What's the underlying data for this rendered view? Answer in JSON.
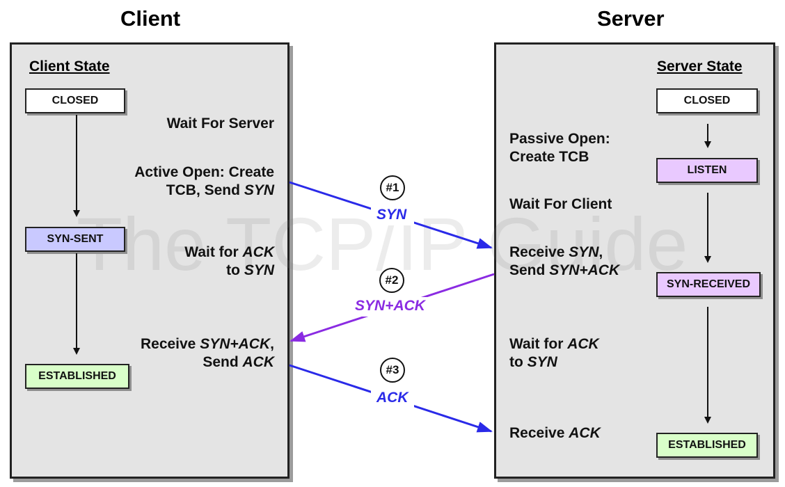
{
  "headings": {
    "client": "Client",
    "server": "Server"
  },
  "client": {
    "state_title": "Client State",
    "states": [
      "CLOSED",
      "SYN-SENT",
      "ESTABLISHED"
    ],
    "labels": {
      "wait_server": "Wait For Server",
      "active_open_1": "Active Open: Create",
      "active_open_2": "TCB, Send ",
      "active_open_2_em": "SYN",
      "wait_ack_1a": "Wait for ",
      "wait_ack_1_em": "ACK",
      "wait_ack_2a": "to ",
      "wait_ack_2_em": "SYN",
      "receive_1a": "Receive ",
      "receive_1_em": "SYN+ACK",
      "receive_1b": ",",
      "receive_2a": "Send ",
      "receive_2_em": "ACK"
    }
  },
  "server": {
    "state_title": "Server State",
    "states": [
      "CLOSED",
      "LISTEN",
      "SYN-RECEIVED",
      "ESTABLISHED"
    ],
    "labels": {
      "passive_1": "Passive Open:",
      "passive_2": "Create TCB",
      "wait_client": "Wait For Client",
      "recv_syn_1a": "Receive ",
      "recv_syn_1_em": "SYN",
      "recv_syn_1b": ",",
      "recv_syn_2a": "Send ",
      "recv_syn_2_em": "SYN+ACK",
      "wait_ack_1a": "Wait for ",
      "wait_ack_1_em": "ACK",
      "wait_ack_2a": "to ",
      "wait_ack_2_em": "SYN",
      "recv_ack_a": "Receive ",
      "recv_ack_em": "ACK"
    }
  },
  "messages": [
    {
      "number": "#1",
      "label": "SYN",
      "color": "#2a2ae8"
    },
    {
      "number": "#2",
      "label": "SYN+ACK",
      "color": "#8a2be2"
    },
    {
      "number": "#3",
      "label": "ACK",
      "color": "#2a2ae8"
    }
  ],
  "colors": {
    "closed": "#ffffff",
    "syn_sent": "#c9c9ff",
    "listen": "#e9c9ff",
    "syn_received": "#e9c9ff",
    "established": "#d9ffc9"
  },
  "watermark": "The TCP/IP Guide"
}
